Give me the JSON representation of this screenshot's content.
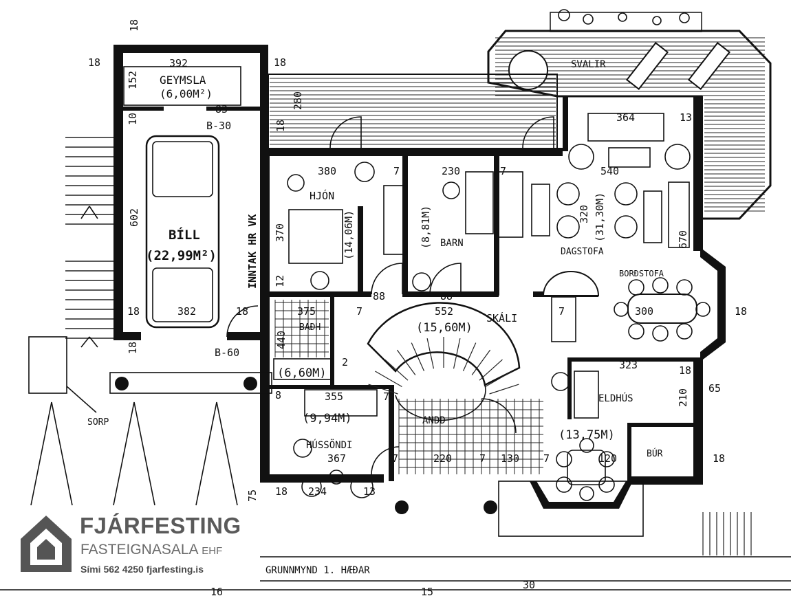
{
  "rooms": {
    "geymsla": {
      "name": "GEYMSLA",
      "area": "(6,00M²)"
    },
    "bill": {
      "name": "BÍLL",
      "area": "(22,99M²)"
    },
    "hjon": {
      "name": "HJÓN",
      "area": "(14,06M)"
    },
    "barn": {
      "name": "BARN",
      "area": "(8,81M)"
    },
    "dagstofa": {
      "name": "DAGSTOFA",
      "area": "(31,30M)"
    },
    "borðstofa": {
      "name": "BORÐSTOFA"
    },
    "skali": {
      "name": "SKÁLI",
      "area": "(15,60M)"
    },
    "bad": {
      "name": "BAÐH",
      "area": "(6,60M)"
    },
    "hussondi": {
      "name": "HÚSSÖNDI",
      "area": "(9,94M)"
    },
    "andd": {
      "name": "ANDD"
    },
    "eldhus": {
      "name": "ELDHÚS",
      "area": "(13,75M)"
    },
    "bur": {
      "name": "BÚR"
    },
    "svalir": {
      "name": "SVALIR"
    },
    "sorp": {
      "name": "SORP"
    }
  },
  "annotations": {
    "inntak": "INNTAK HR VK",
    "b30": "B-30",
    "b60": "B-60",
    "title": "GRUNNMYND 1. HÆÐAR"
  },
  "dimensions": {
    "d18a": "18",
    "d392": "392",
    "d18b": "18",
    "d18c": "18",
    "d152": "152",
    "d10": "10",
    "d83": "83",
    "d280": "280",
    "d18d": "18",
    "d602": "602",
    "d18e": "18",
    "d382": "382",
    "d18f": "18",
    "d18g": "18",
    "d380": "380",
    "d370": "370",
    "d12": "12",
    "d230": "230",
    "d7a": "7",
    "d7b": "7",
    "d320": "320",
    "d364": "364",
    "d13a": "13",
    "d540": "540",
    "d670": "670",
    "d88a": "88",
    "d88b": "88",
    "d552": "552",
    "d375": "375",
    "d7c": "7",
    "d440": "440",
    "d2": "2",
    "d7d": "7",
    "d300": "300",
    "d18h": "18",
    "d323": "323",
    "d18i": "18",
    "d65": "65",
    "d210": "210",
    "d8": "8",
    "d355": "355",
    "d7e": "7",
    "d367": "367",
    "d7f": "7",
    "d220": "220",
    "d7g": "7",
    "d130": "130",
    "d7h": "7",
    "d120": "120",
    "d18j": "18",
    "d75": "75",
    "d18k": "18",
    "d234": "234",
    "d13b": "13",
    "d30": "30",
    "d15": "15",
    "d16": "16"
  },
  "logo": {
    "brand": "FJÁRFESTING",
    "sub": "FASTEIGNASALA",
    "ehf": "EHF",
    "contact": "Sími 562 4250  fjarfesting.is"
  },
  "colors": {
    "ink": "#111111",
    "logo_grey": "#5a5a5a",
    "paper": "#ffffff"
  }
}
